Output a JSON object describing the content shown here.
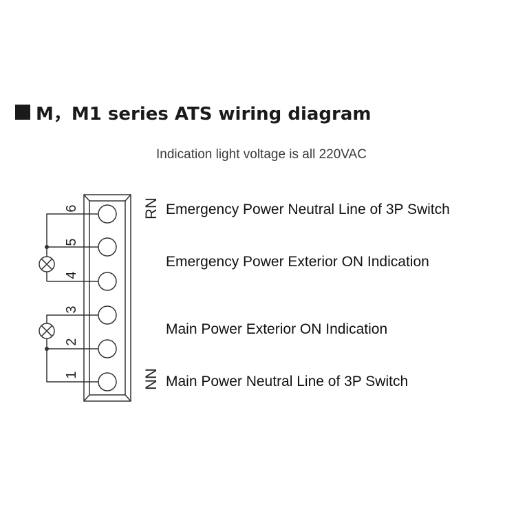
{
  "title": {
    "text": "M，M1 series ATS wiring diagram"
  },
  "subtitle": "Indication light voltage is all 220VAC",
  "terminal": {
    "pins": [
      "1",
      "2",
      "3",
      "4",
      "5",
      "6"
    ],
    "top_side_label": "RN",
    "bottom_side_label": "NN"
  },
  "descriptions": {
    "pin6": "Emergency Power Neutral Line of 3P Switch",
    "pins4_5": "Emergency Power Exterior ON Indication",
    "pins2_3": "Main Power Exterior ON Indication",
    "pin1": "Main Power Neutral Line of 3P Switch"
  },
  "colors": {
    "line": "#333333",
    "text": "#1a1a1a"
  },
  "icons": {
    "indicator_lamp": "lamp-cross-circle-icon",
    "title_marker": "filled-square-icon"
  }
}
